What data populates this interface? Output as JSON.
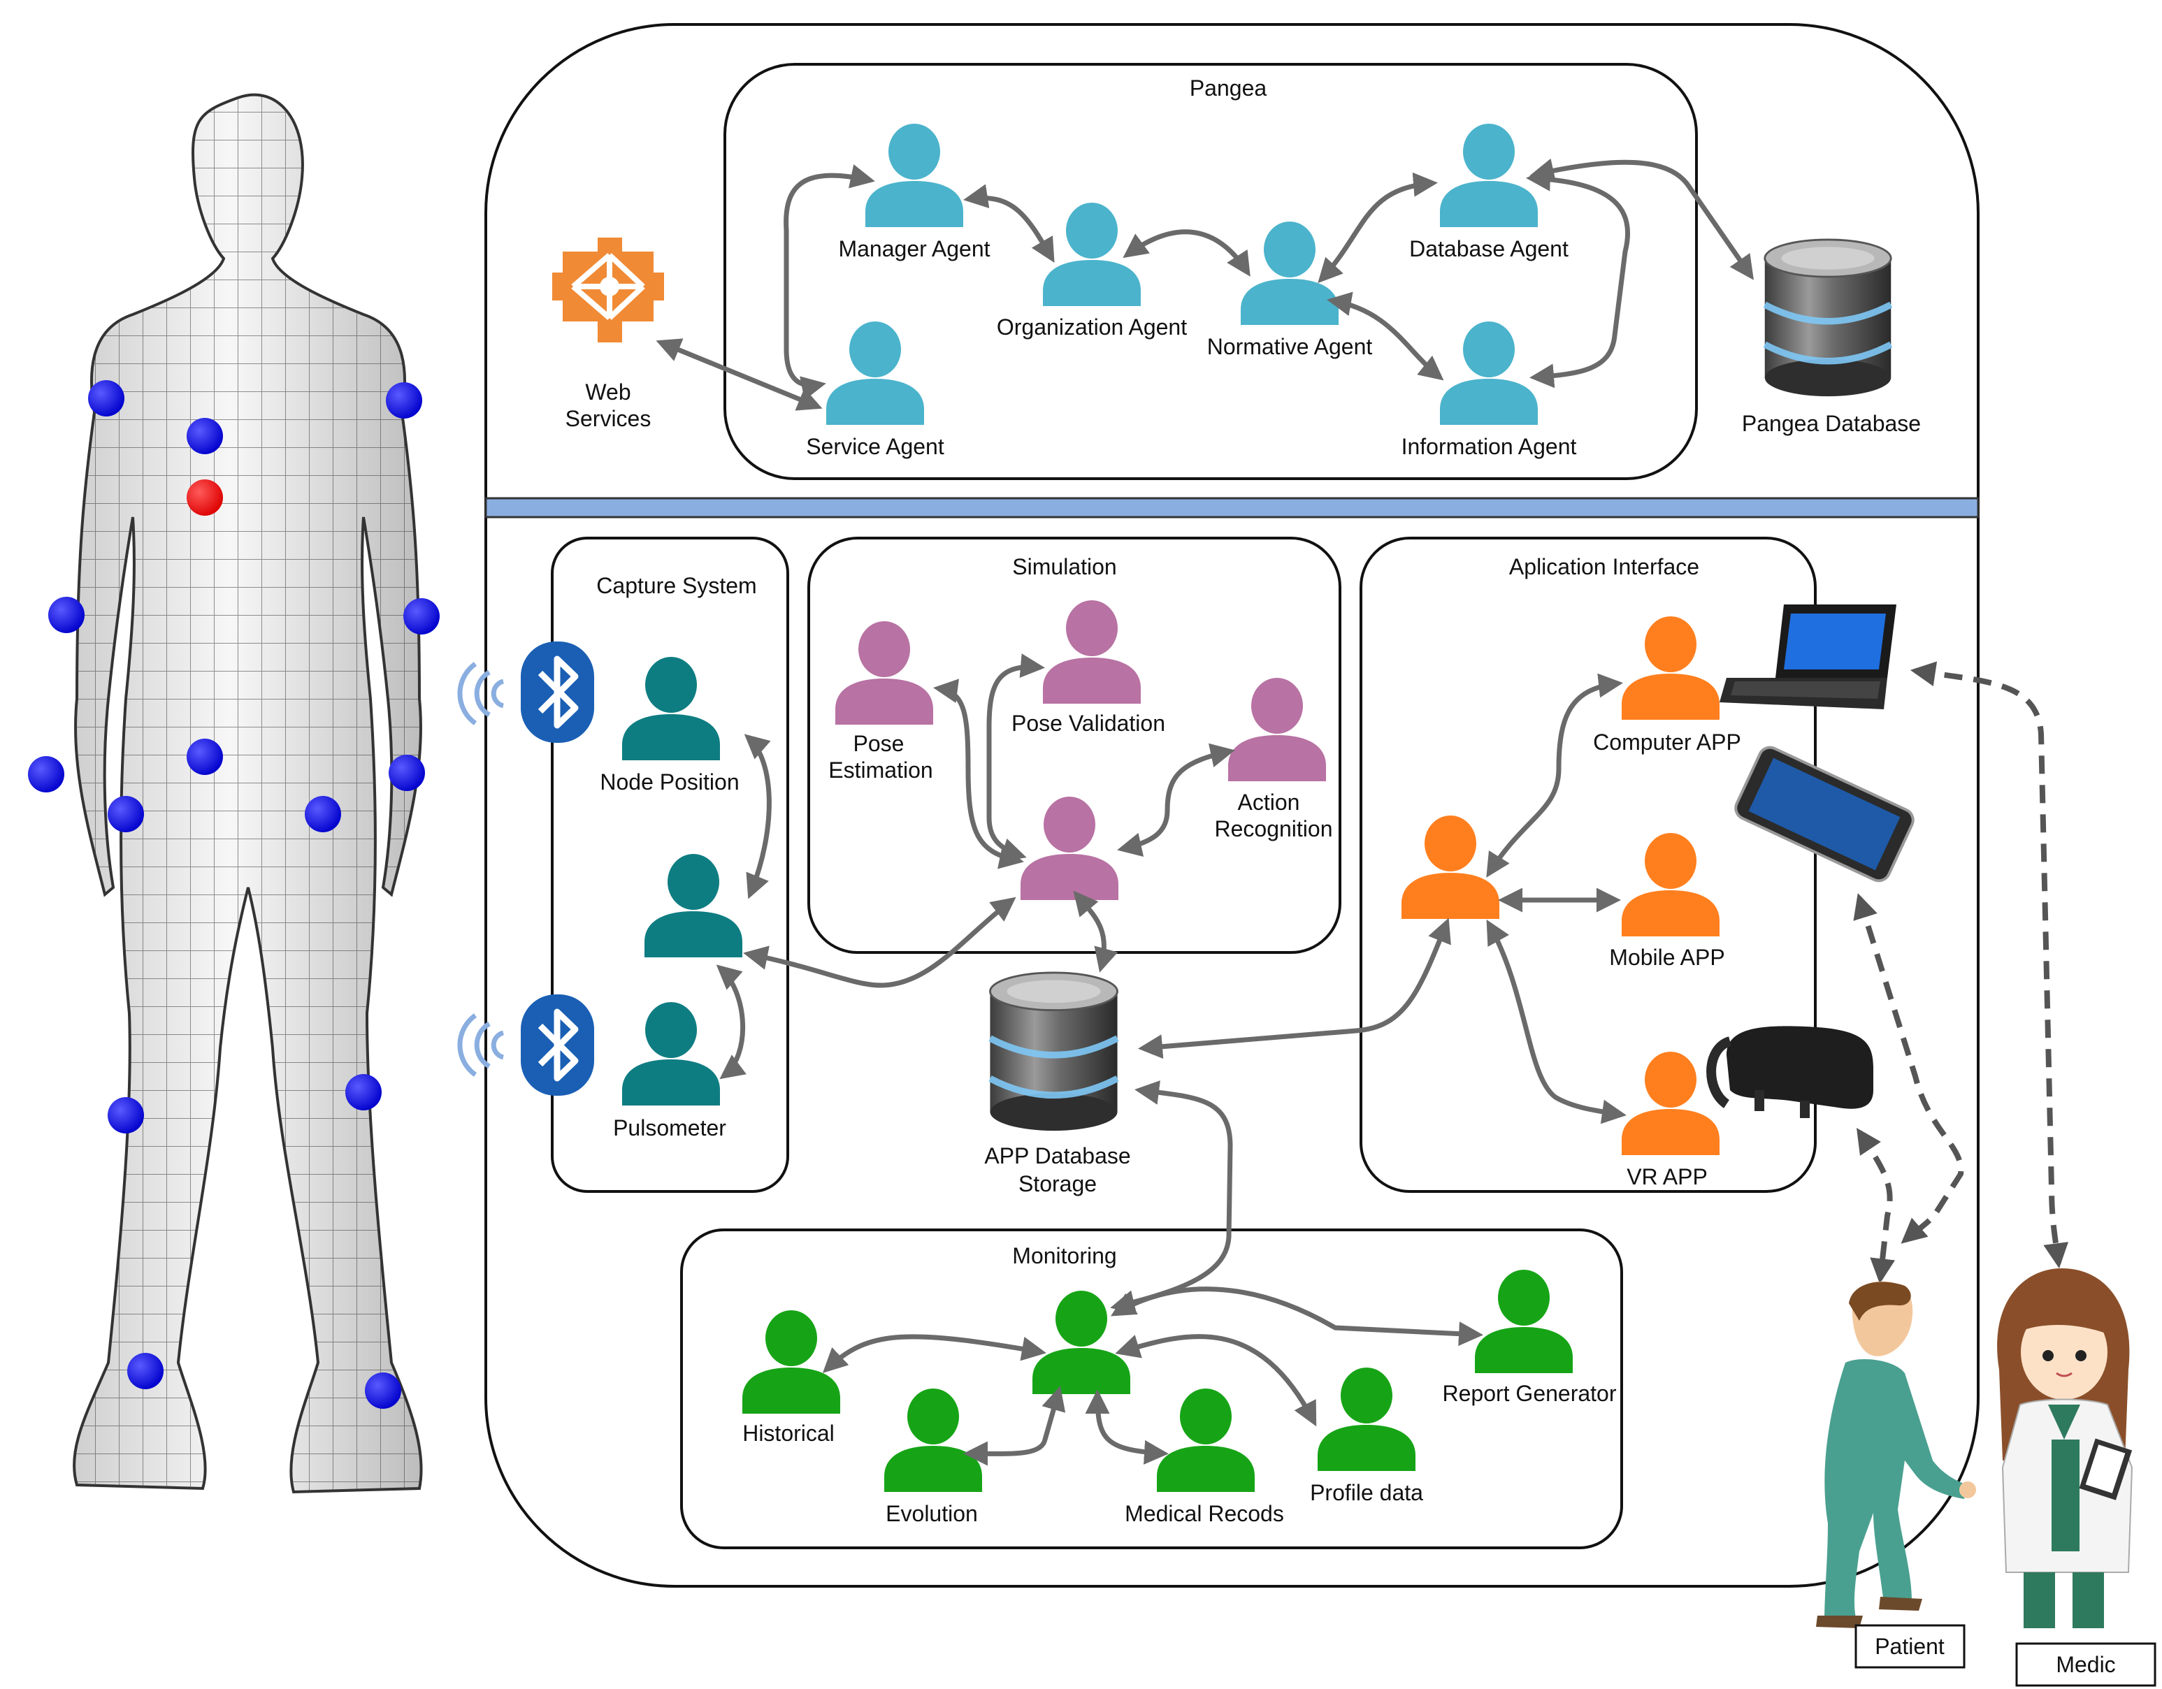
{
  "sections": {
    "pangea": "Pangea",
    "capture": "Capture System",
    "simulation": "Simulation",
    "interface": "Aplication Interface",
    "monitoring": "Monitoring"
  },
  "pangea": {
    "web_services": [
      "Web",
      "Services"
    ],
    "manager": "Manager Agent",
    "organization": "Organization Agent",
    "normative": "Normative Agent",
    "database": "Database Agent",
    "service": "Service Agent",
    "information": "Information Agent",
    "pangea_db": "Pangea Database"
  },
  "capture": {
    "node_position": "Node Position",
    "pulsometer": "Pulsometer"
  },
  "simulation": {
    "pose_estimation": [
      "Pose",
      "Estimation"
    ],
    "pose_validation": "Pose Validation",
    "action_recognition": [
      "Action",
      "Recognition"
    ]
  },
  "app_db": [
    "APP Database",
    "Storage"
  ],
  "interface": {
    "computer": "Computer APP",
    "mobile": "Mobile APP",
    "vr": "VR APP"
  },
  "monitoring": {
    "historical": "Historical",
    "evolution": "Evolution",
    "medical": "Medical Recods",
    "profile": "Profile data",
    "report": "Report Generator"
  },
  "people": {
    "patient": "Patient",
    "medic": "Medic"
  },
  "colors": {
    "pangea_agent": "#4bb3cc",
    "capture_agent": "#0e7d82",
    "simulation_agent": "#b872a3",
    "interface_agent": "#ff7f1e",
    "monitoring_agent": "#16a416",
    "web_services": "#f08a35",
    "divider": "#8aaee0",
    "arrow": "#6a6a6a",
    "sensor": "#1010e8",
    "sensor_heart": "#ee0000",
    "bluetooth": "#1a5fb4"
  },
  "icons": [
    "web-services-icon",
    "database-icon",
    "bluetooth-icon",
    "laptop-icon",
    "phone-icon",
    "vr-headset-icon",
    "human-mesh-figure",
    "patient-figure",
    "medic-figure"
  ]
}
